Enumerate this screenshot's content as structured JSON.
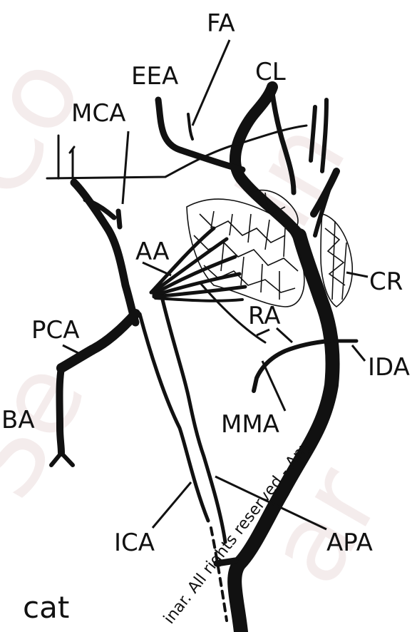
{
  "labels": {
    "fa": "FA",
    "cl": "CL",
    "eea": "EEA",
    "mca": "MCA",
    "aa": "AA",
    "cr": "CR",
    "ra": "RA",
    "pca": "PCA",
    "ida": "IDA",
    "ba": "BA",
    "mma": "MMA",
    "ica": "ICA",
    "apa": "APA"
  },
  "species_label": "cat",
  "watermark": "inar. All rights reserved - Any"
}
